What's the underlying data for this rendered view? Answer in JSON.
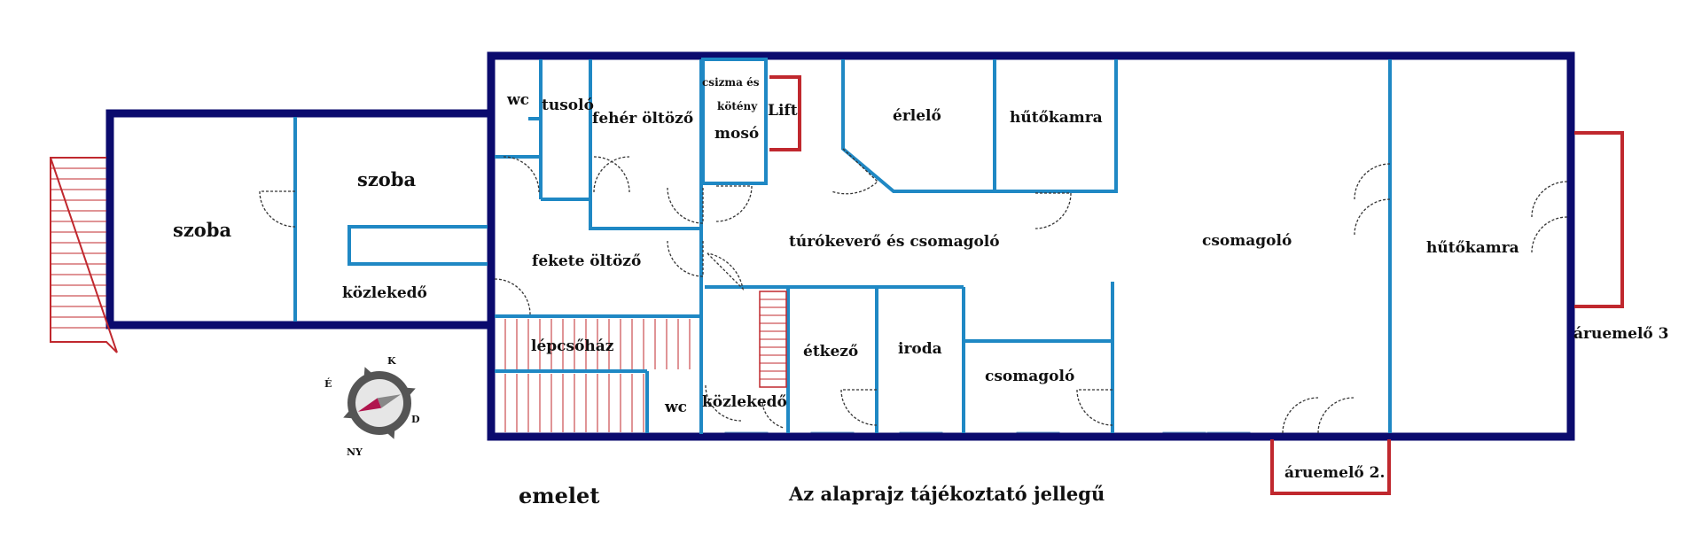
{
  "rooms": {
    "szoba_left": "szoba",
    "szoba_right": "szoba",
    "kozlekedo_left": "közlekedő",
    "wc_top": "wc",
    "tusolo": "tusoló",
    "feher_oltozo": "fehér öltöző",
    "csizma_1": "csizma és",
    "csizma_2": "kötény",
    "moso": "mosó",
    "lift": "Lift",
    "erlelo": "érlelő",
    "hutokamra_top": "hűtőkamra",
    "turokevero": "túrókeverő és csomagoló",
    "csomagolo_main": "csomagoló",
    "hutokamra_right": "hűtőkamra",
    "fekete_oltozo": "fekete öltöző",
    "lepcsohaz": "lépcsőház",
    "wc_bottom": "wc",
    "kozlekedo_bottom": "közlekedő",
    "etkezo": "étkező",
    "iroda": "iroda",
    "csomagolo_small": "csomagoló",
    "aruemelo_2": "áruemelő 2.",
    "aruemelo_3": "áruemelő 3"
  },
  "compass": {
    "north": "K",
    "east": "D",
    "west": "É",
    "south": "NY"
  },
  "captions": {
    "floor": "emelet",
    "disclaimer": "Az alaprajz tájékoztató jellegű"
  },
  "colors": {
    "outer_wall": "#0b0b6e",
    "inner_wall": "#1f88c4",
    "lift_elevator": "#c0282e",
    "window": "#9ec7e6"
  }
}
